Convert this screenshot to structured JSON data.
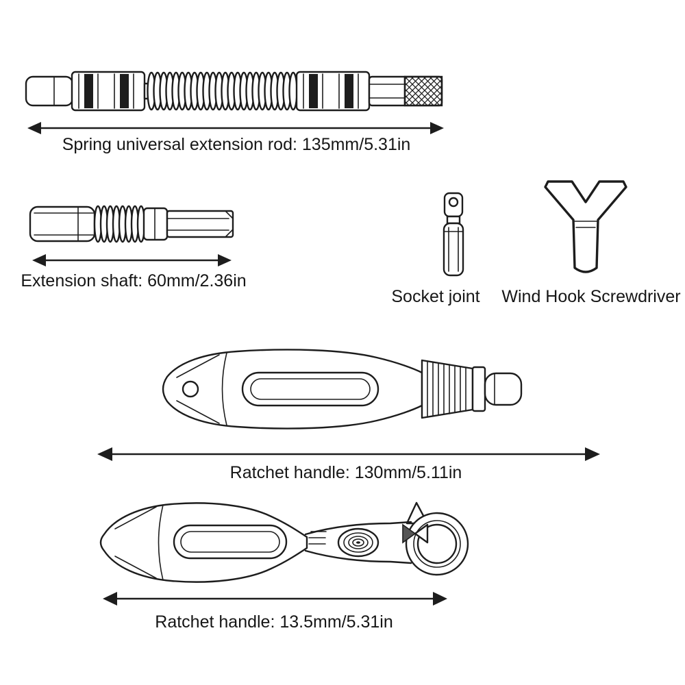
{
  "colors": {
    "background": "#ffffff",
    "line": "#1d1d1d",
    "text": "#161616"
  },
  "figures": {
    "spring_rod": {
      "label": "Spring universal extension rod: 135mm/5.31in"
    },
    "extension_shaft": {
      "label": "Extension shaft: 60mm/2.36in"
    },
    "socket_joint": {
      "label": "Socket joint"
    },
    "wind_hook_screwdriver": {
      "label": "Wind Hook Screwdriver"
    },
    "ratchet_handle_long": {
      "label": "Ratchet handle: 130mm/5.11in"
    },
    "ratchet_handle_short": {
      "label": "Ratchet handle: 13.5mm/5.31in"
    }
  }
}
